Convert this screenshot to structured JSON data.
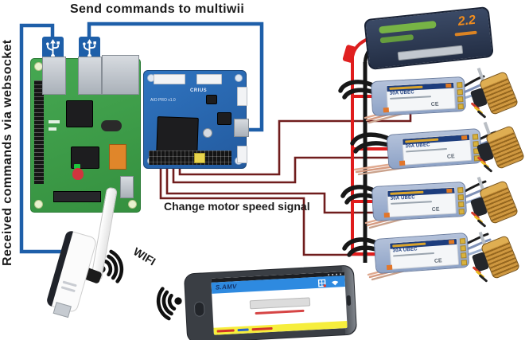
{
  "labels": {
    "send_commands": "Send commands to multiwii",
    "received_commands": "Received commands via websocket",
    "change_motor_speed": "Change motor speed signal",
    "wifi": "WIFI"
  },
  "components": {
    "flight_controller": {
      "brand": "CRIUS",
      "model": "AIO PRO v1.0"
    },
    "esc": {
      "label": "30A UBEC",
      "ce_mark": "CE"
    },
    "battery": {
      "label": "2.2"
    },
    "phone": {
      "app_logo": "S.AMV"
    }
  },
  "icons": {
    "usb_plug": "usb-plug-icon",
    "wifi_waves": "wifi-waves-icon",
    "app_grid": "grid-icon",
    "app_wifi": "wifi-icon"
  },
  "colors": {
    "websocket_line": "#1e5fa9",
    "signal_wire": "#701d1d",
    "power_positive": "#e01c1c",
    "power_negative": "#151515",
    "pcb_green": "#3da14b",
    "pcb_blue": "#2a6ab5",
    "esc_blue": "#9cafd0",
    "motor_gold": "#c9913a",
    "app_header_blue": "#2e8ae0",
    "app_footer_yellow": "#f6ee3d"
  }
}
